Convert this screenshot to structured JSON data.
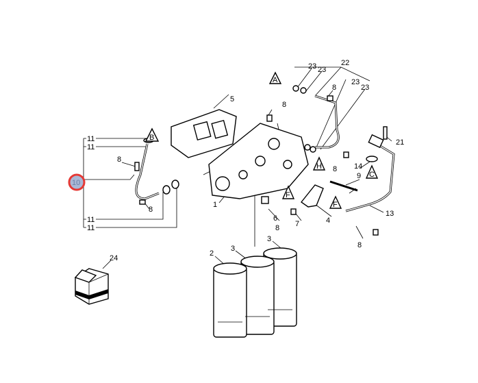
{
  "diagram": {
    "selected_callout": "10",
    "highlight_color": "#e53935",
    "callout_fill": "#a9b8d6",
    "callouts": {
      "c22": "22",
      "c23a": "23",
      "c23b": "23",
      "c23c": "23",
      "c23d": "23",
      "c8_top": "8",
      "c8_mid": "8",
      "c8_h": "8",
      "c8_pipe": "8",
      "c8_pipe2": "8",
      "c8_6": "8",
      "c8_bot": "8",
      "c5": "5",
      "c11a": "11",
      "c11b": "11",
      "c11c": "11",
      "c11d": "11",
      "c10": "10",
      "c14": "14",
      "c9": "9",
      "c21": "21",
      "c13": "13",
      "c1": "1",
      "c6": "6",
      "c7": "7",
      "c4": "4",
      "c2": "2",
      "c3a": "3",
      "c3b": "3",
      "c24": "24"
    },
    "refs": {
      "A": "A",
      "B": "B",
      "C": "C",
      "F1": "F",
      "F2": "F",
      "H": "H"
    }
  }
}
